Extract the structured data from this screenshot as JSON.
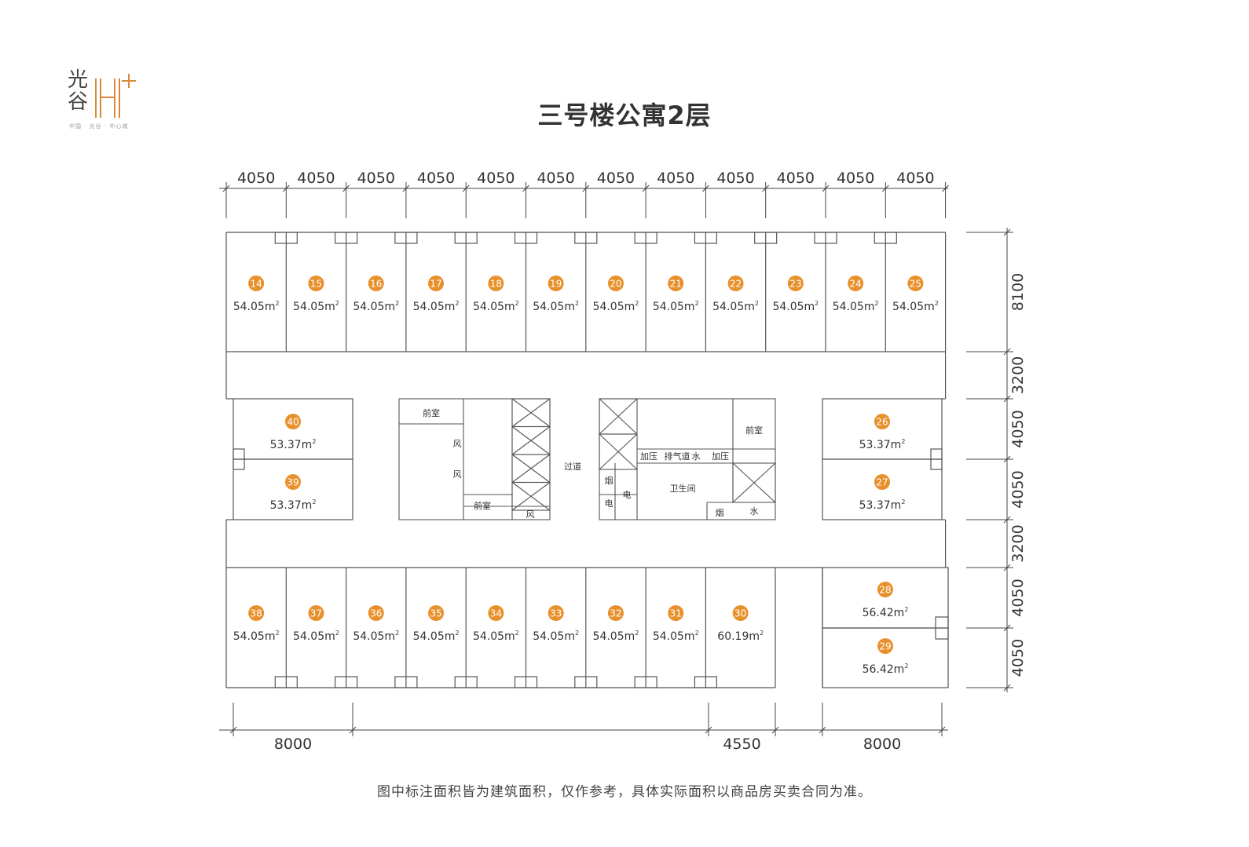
{
  "logo": {
    "text": "光谷",
    "mark": "H+",
    "tagline": "中国 · 光谷 · 中心城"
  },
  "title": "三号楼公寓2层",
  "top_dims": [
    "4050",
    "4050",
    "4050",
    "4050",
    "4050",
    "4050",
    "4050",
    "4050",
    "4050",
    "4050",
    "4050",
    "4050"
  ],
  "right_dims": [
    "8100",
    "3200",
    "4050",
    "4050",
    "3200",
    "4050",
    "4050"
  ],
  "bottom_dims": [
    "8000",
    "4550",
    "8000"
  ],
  "units_top": [
    {
      "no": "14",
      "area": "54.05m"
    },
    {
      "no": "15",
      "area": "54.05m"
    },
    {
      "no": "16",
      "area": "54.05m"
    },
    {
      "no": "17",
      "area": "54.05m"
    },
    {
      "no": "18",
      "area": "54.05m"
    },
    {
      "no": "19",
      "area": "54.05m"
    },
    {
      "no": "20",
      "area": "54.05m"
    },
    {
      "no": "21",
      "area": "54.05m"
    },
    {
      "no": "22",
      "area": "54.05m"
    },
    {
      "no": "23",
      "area": "54.05m"
    },
    {
      "no": "24",
      "area": "54.05m"
    },
    {
      "no": "25",
      "area": "54.05m"
    }
  ],
  "units_bottom": [
    {
      "no": "38",
      "area": "54.05m"
    },
    {
      "no": "37",
      "area": "54.05m"
    },
    {
      "no": "36",
      "area": "54.05m"
    },
    {
      "no": "35",
      "area": "54.05m"
    },
    {
      "no": "34",
      "area": "54.05m"
    },
    {
      "no": "33",
      "area": "54.05m"
    },
    {
      "no": "32",
      "area": "54.05m"
    },
    {
      "no": "31",
      "area": "54.05m"
    },
    {
      "no": "30",
      "area": "60.19m"
    }
  ],
  "units_left": [
    {
      "no": "40",
      "area": "53.37m"
    },
    {
      "no": "39",
      "area": "53.37m"
    }
  ],
  "units_right_mid": [
    {
      "no": "26",
      "area": "53.37m"
    },
    {
      "no": "27",
      "area": "53.37m"
    }
  ],
  "units_right_bottom": [
    {
      "no": "28",
      "area": "56.42m"
    },
    {
      "no": "29",
      "area": "56.42m"
    }
  ],
  "area_sup": "2",
  "core_labels": {
    "antechamber": "前室",
    "wind": "风",
    "corridor": "过道",
    "pressurize": "加压",
    "exhaust": "排气道",
    "water": "水",
    "smoke": "烟",
    "electric": "电",
    "toilet": "卫生间"
  },
  "footnote": "图中标注面积皆为建筑面积，仅作参考，具体实际面积以商品房买卖合同为准。",
  "colors": {
    "badge": "#e8912c",
    "line": "#555555",
    "text": "#333333"
  }
}
